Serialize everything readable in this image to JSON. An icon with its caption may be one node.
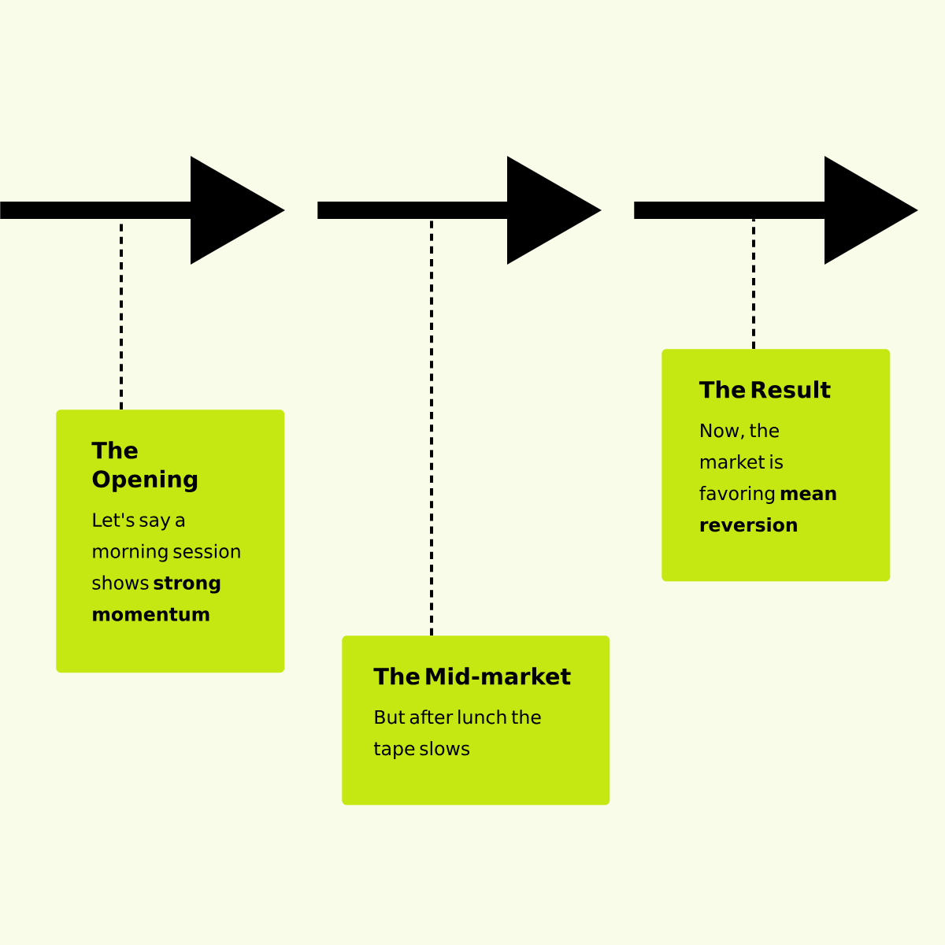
{
  "diagram": {
    "nodes": [
      {
        "text": [],
        "shape": "arrow"
      },
      {
        "text": [],
        "shape": "arrow"
      },
      {
        "text": [],
        "shape": "arrow"
      },
      {
        "text": [
          "The Opening",
          "Let's say a morning session shows **strong momentum**"
        ]
      },
      {
        "text": [
          "The Mid-market",
          "But after lunch the tape slows"
        ]
      },
      {
        "text": [
          "The Result",
          "Now, the market is favoring **mean reversion**"
        ]
      }
    ],
    "edges": [
      {
        "from": 3,
        "to": 0,
        "arrow": "none",
        "style": "dashed"
      },
      {
        "from": 4,
        "to": 1,
        "arrow": "none",
        "style": "dashed"
      },
      {
        "from": 5,
        "to": 2,
        "arrow": "none",
        "style": "dashed"
      }
    ]
  }
}
